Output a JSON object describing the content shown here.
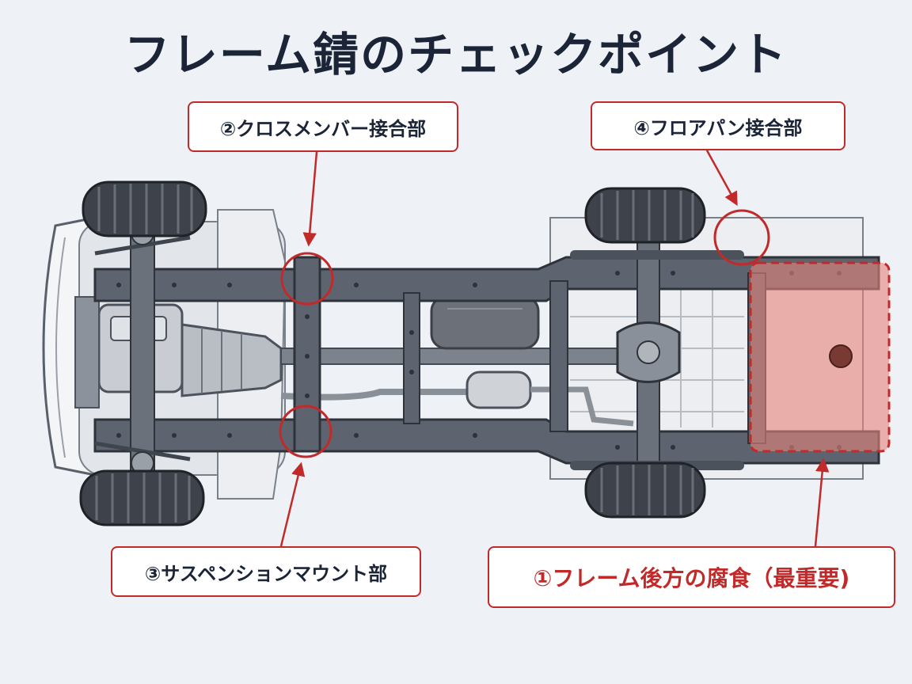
{
  "title": "フレーム錆のチェックポイント",
  "callouts": {
    "crossmember": "②クロスメンバー接合部",
    "floorpan": "④フロアパン接合部",
    "suspension": "③サスペンションマウント部",
    "rear_frame": "①フレーム後方の腐食（最重要)"
  },
  "colors": {
    "accent": "#c22a2a",
    "frame": "#5d6470",
    "highlight": "#e8837c"
  }
}
